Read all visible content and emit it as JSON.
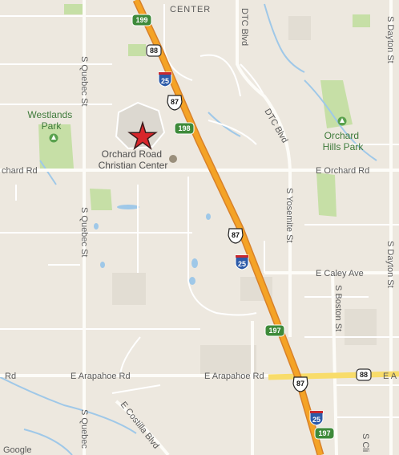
{
  "colors": {
    "land": "#ede8df",
    "road_minor": "#ffffff",
    "road_major": "#fdfcf8",
    "highway_outline": "#d8812a",
    "highway_fill": "#f4a326",
    "arterial_yellow": "#f8dc6a",
    "park": "#c6dfa6",
    "water": "#9fc8e8",
    "block": "#e2ddd3",
    "marker_fill": "#d8262b",
    "marker_stroke": "#3a1a1a"
  },
  "labels": {
    "center": "CENTER",
    "dtc_blvd_top": "DTC Blvd",
    "dtc_blvd_diag": "DTC Blvd",
    "s_quebec_st_top": "S Quebec St",
    "s_quebec_st_mid": "S Quebec St",
    "s_quebec_st_bottom": "S Quebec",
    "westlands_park": [
      "Westlands",
      "Park"
    ],
    "orchard_hills_park": [
      "Orchard",
      "Hills Park"
    ],
    "orchard_road_christian_center": [
      "Orchard Road",
      "Christian Center"
    ],
    "orchard_rd_west": "chard Rd",
    "e_orchard_rd": "E Orchard Rd",
    "s_yosemite_st": "S Yosemite St",
    "s_dayton_st_top": "S Dayton St",
    "s_dayton_st_mid": "S Dayton St",
    "e_caley_ave": "E Caley Ave",
    "s_boston_st": "S Boston St",
    "rd_west": "Rd",
    "e_arapahoe_rd_1": "E Arapahoe Rd",
    "e_arapahoe_rd_2": "E Arapahoe Rd",
    "e_arapahoe_rd_3": "E A",
    "e_costilla_blvd": "E Costilla Blvd",
    "s_cli": "S Cli",
    "google": "Google"
  },
  "shields": {
    "state_199": "199",
    "state_88_top": "88",
    "interstate_25_top": "25",
    "us_87_top": "87",
    "state_198": "198",
    "us_87_mid": "87",
    "interstate_25_mid": "25",
    "state_197_mid": "197",
    "state_88_bottom": "88",
    "us_87_bottom": "87",
    "interstate_25_bottom": "25",
    "state_197_bottom": "197"
  }
}
